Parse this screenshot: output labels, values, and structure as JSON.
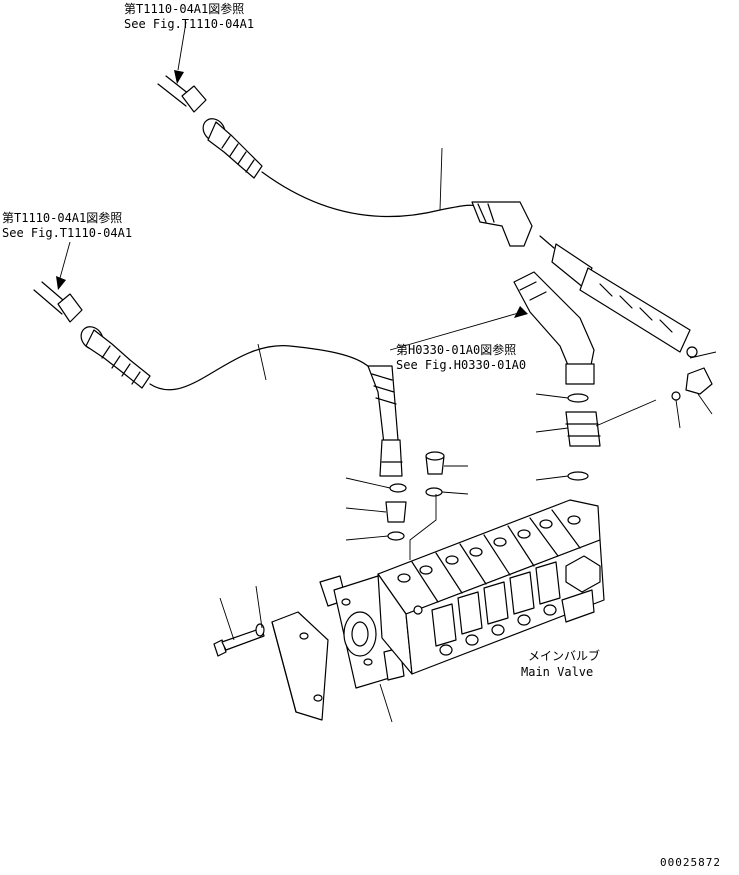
{
  "references": {
    "top": {
      "jp": "第T1110-04A1図参照",
      "en": "See Fig.T1110-04A1"
    },
    "left": {
      "jp": "第T1110-04A1図参照",
      "en": "See Fig.T1110-04A1"
    },
    "right": {
      "jp": "第H0330-01A0図参照",
      "en": "See Fig.H0330-01A0"
    }
  },
  "part_label": {
    "jp": "メインバルブ",
    "en": "Main Valve"
  },
  "drawing_number": "00025872"
}
